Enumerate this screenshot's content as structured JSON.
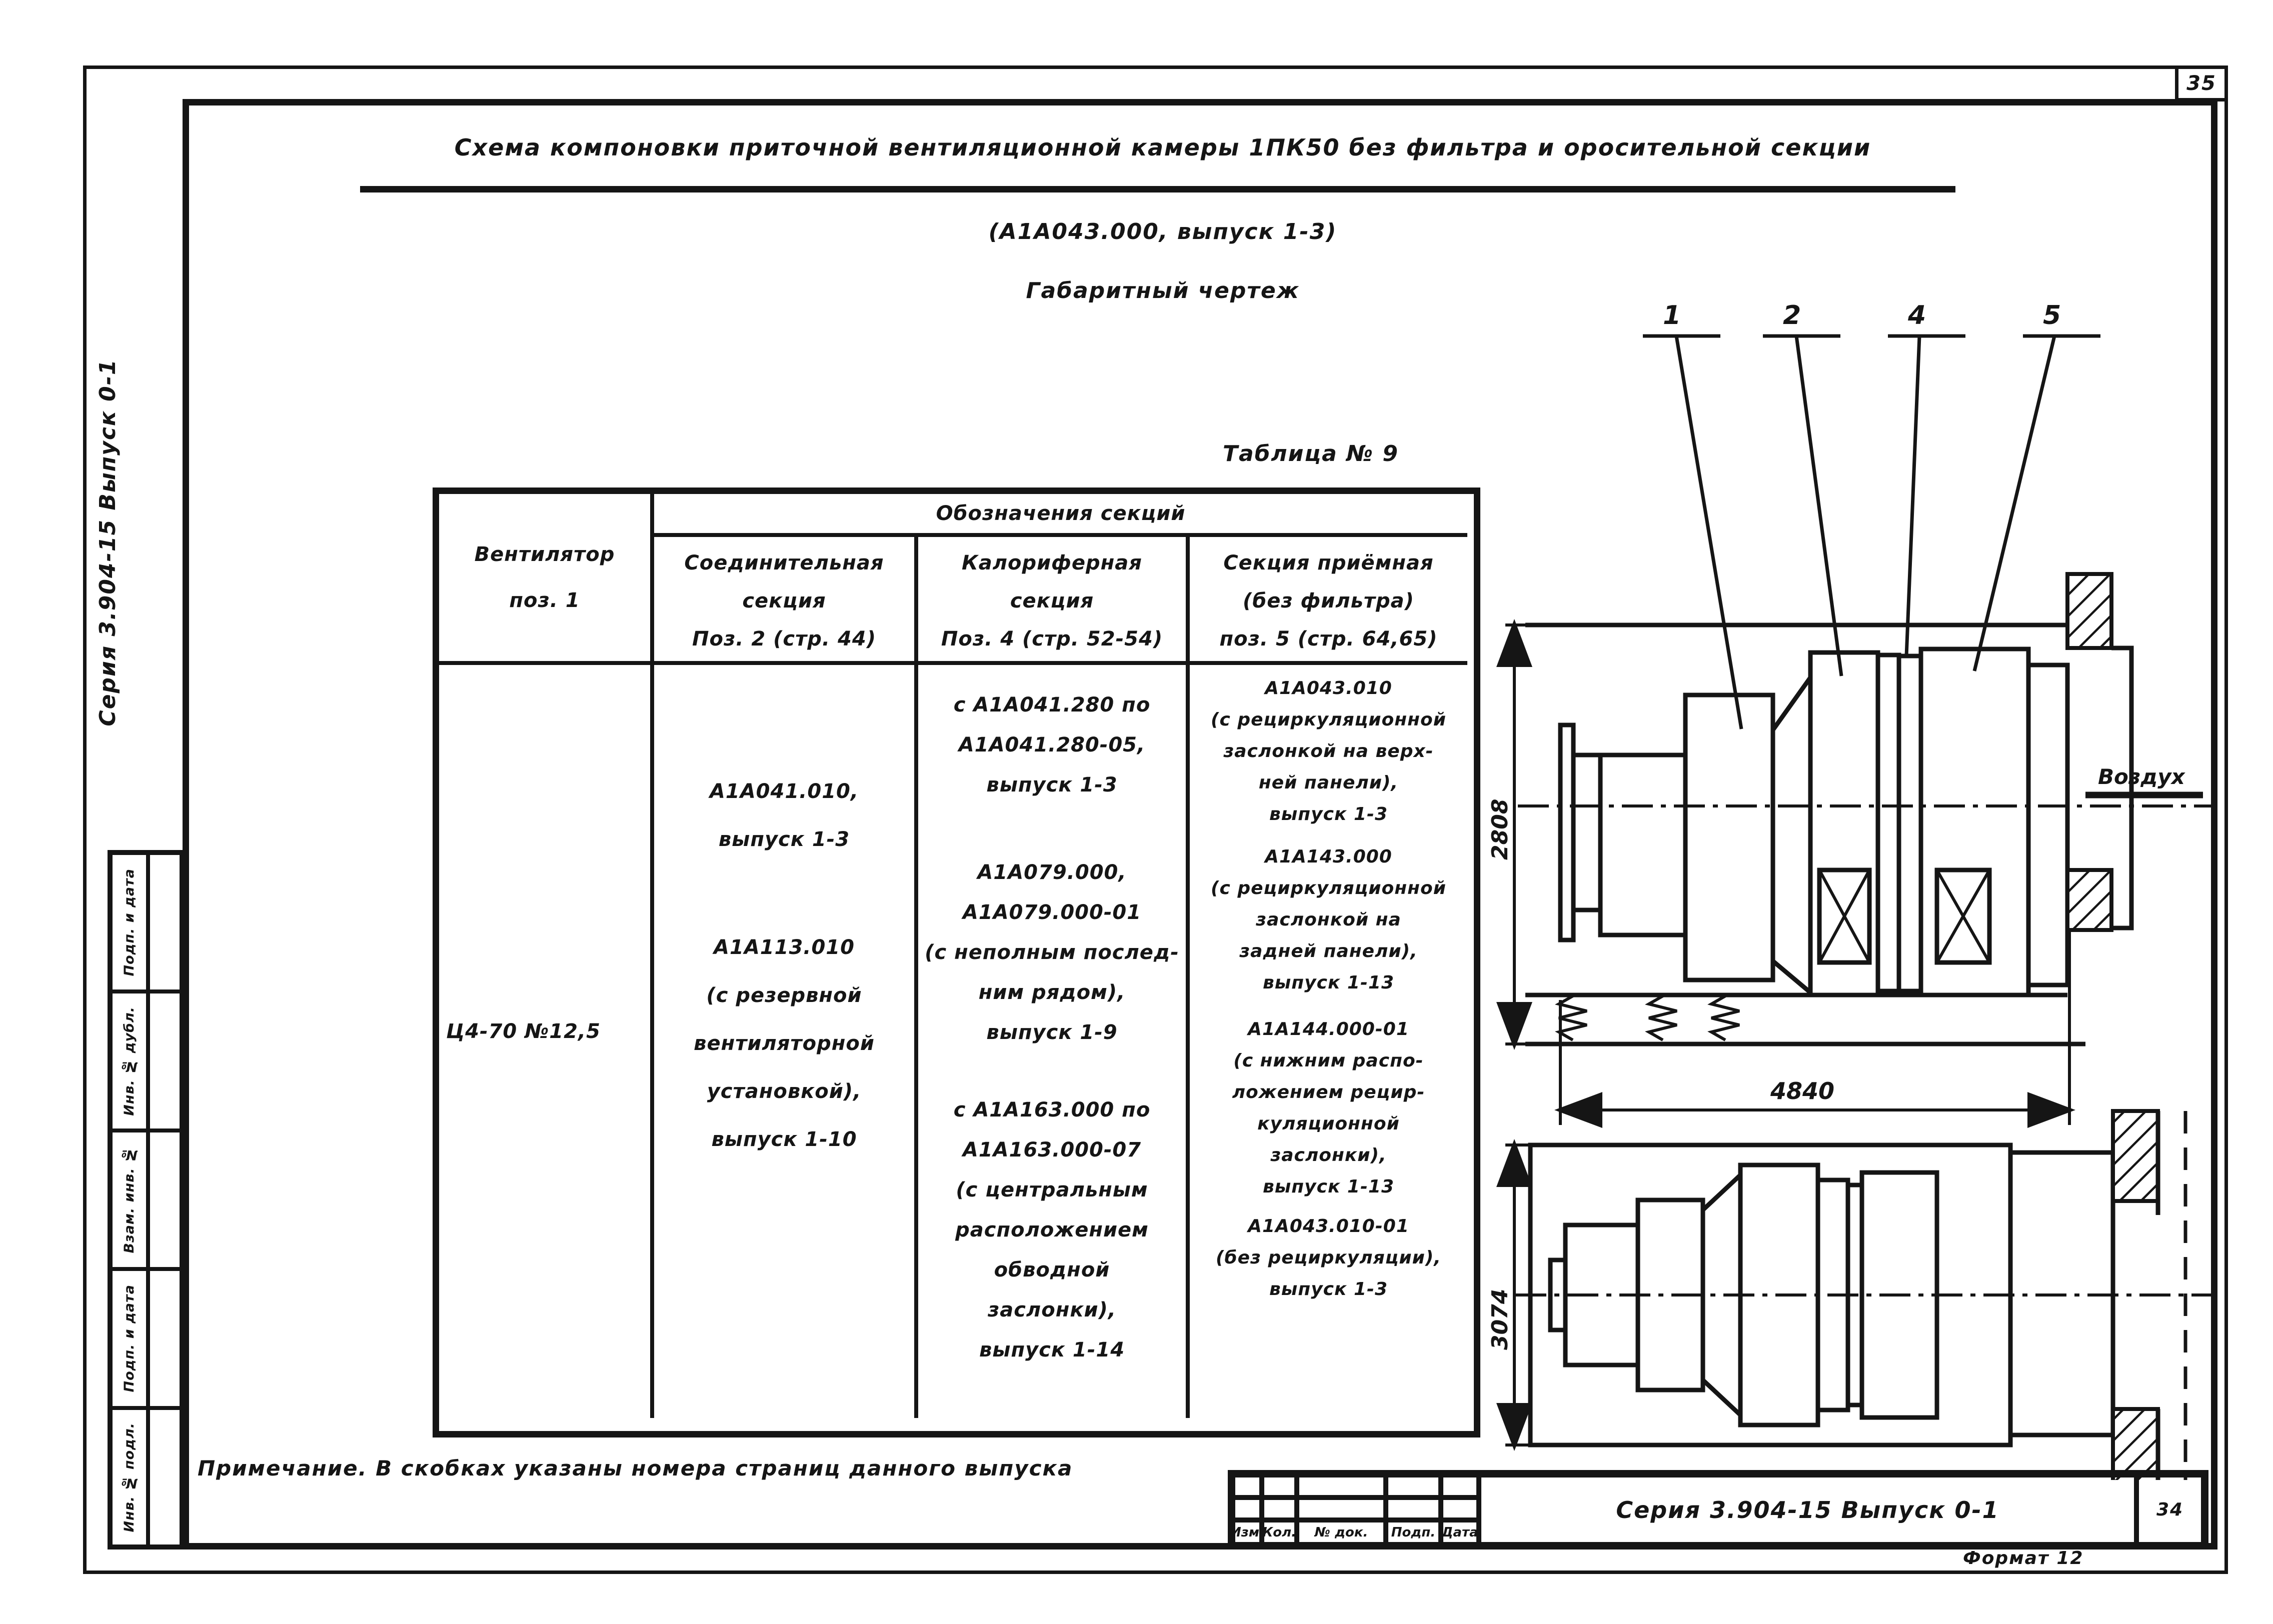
{
  "page": {
    "corner_sheet_number": "35"
  },
  "sidebar": {
    "series": "Серия 3.904-15    Выпуск 0-1",
    "stamp_boxes": [
      "Подп. и дата",
      "Инв. № дубл.",
      "Взам. инв. №",
      "Подп. и дата",
      "Инв. № подл."
    ]
  },
  "header": {
    "title": "Схема компоновки приточной вентиляционной камеры 1ПК50 без фильтра и оросительной секции",
    "subtitle": "(А1А043.000, выпуск 1-3)",
    "drawing_type": "Габаритный чертеж"
  },
  "table": {
    "caption": "Таблица № 9",
    "fan_header": "Вентилятор\n\nпоз. 1",
    "group_header": "Обозначения секций",
    "col_headers": [
      "Соединительная\nсекция\nПоз. 2 (стр. 44)",
      "Калориферная\nсекция\nПоз. 4 (стр. 52-54)",
      "Секция приёмная\n(без фильтра)\nпоз. 5 (стр. 64,65)"
    ],
    "fan_value": "Ц4-70 №12,5",
    "connecting_entries": [
      "А1А041.010,\nвыпуск 1-3",
      "А1А113.010\n(с резервной\nвентиляторной\nустановкой),\nвыпуск 1-10"
    ],
    "heater_entries": [
      "с А1А041.280 по\nА1А041.280-05,\nвыпуск 1-3",
      "А1А079.000,\nА1А079.000-01\n(с неполным послед-\nним рядом),\nвыпуск 1-9",
      "с А1А163.000 по\nА1А163.000-07\n(с центральным\nрасположением\nобводной\nзаслонки),\nвыпуск 1-14"
    ],
    "intake_entries": [
      "А1А043.010\n(с рециркуляционной\nзаслонкой на верх-\nней панели),\nвыпуск 1-3",
      "А1А143.000\n(с рециркуляционной\nзаслонкой на\nзадней панели),\nвыпуск 1-13",
      "А1А144.000-01\n(с нижним распо-\nложением рецир-\nкуляционной\nзаслонки),\nвыпуск 1-13",
      "А1А043.010-01\n(без рециркуляции),\nвыпуск 1-3"
    ]
  },
  "note": "Примечание. В скобках указаны номера страниц данного выпуска",
  "drawing": {
    "callouts": [
      "1",
      "2",
      "4",
      "5"
    ],
    "air_label": "Воздух",
    "dim_height_top": "2808",
    "dim_length": "4840",
    "dim_height_bottom": "3074"
  },
  "title_block": {
    "columns": [
      "Изм.",
      "Кол.",
      "№ док.",
      "Подп.",
      "Дата"
    ],
    "series": "Серия 3.904-15   Выпуск 0-1",
    "sheet": "34",
    "format": "Формат 12"
  }
}
